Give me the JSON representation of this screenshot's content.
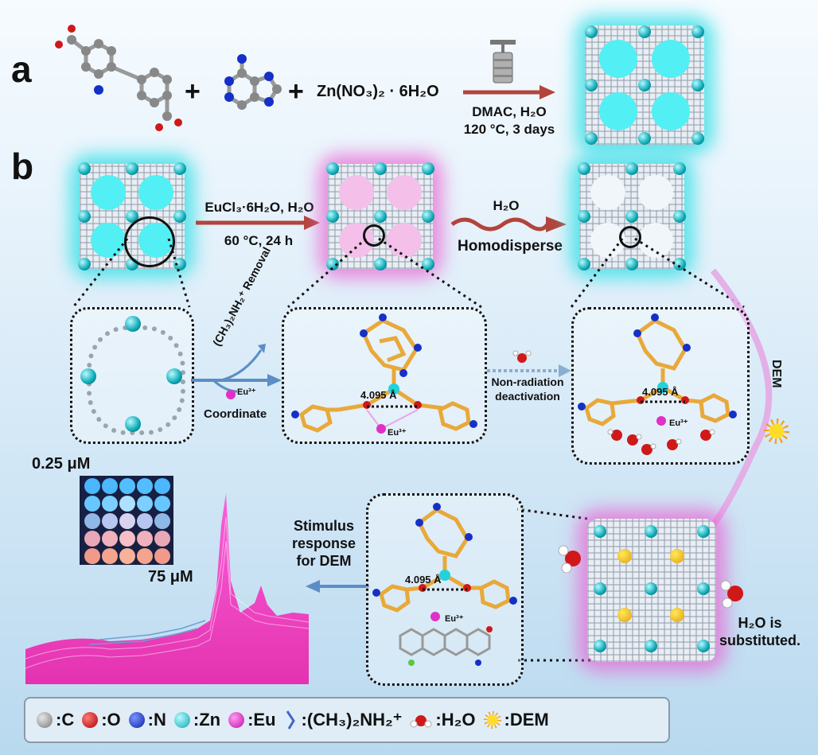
{
  "panel_a": {
    "letter": "a",
    "plus1": "+",
    "plus2": "+",
    "reagent": "Zn(NO₃)₂ · 6H₂O",
    "cond_line1": "DMAC, H₂O",
    "cond_line2": "120 °C, 3 days"
  },
  "panel_b": {
    "letter": "b",
    "step1_line1": "EuCl₃·6H₂O, H₂O",
    "step1_line2": "60 °C, 24 h",
    "step2_line1": "H₂O",
    "step2_line2": "Homodisperse",
    "removal": "(CH₃)₂NH₂⁺ Removal",
    "eu_coord_ion": "Eu³⁺",
    "eu_coord_label": "Coordinate",
    "distance": "4.095 Å",
    "eu_ion": "Eu³⁺",
    "nonrad_line1": "Non-radiation",
    "nonrad_line2": "deactivation",
    "dem_vertical": "DEM",
    "conc_top": "0.25 μM",
    "conc_bottom": "75 μM",
    "stimulus_line1": "Stimulus",
    "stimulus_line2": "response",
    "stimulus_line3": "for DEM",
    "substituted_line1": "H₂O is",
    "substituted_line2": "substituted."
  },
  "legend": {
    "c": ":C",
    "o": ":O",
    "n": ":N",
    "zn": ":Zn",
    "eu": ":Eu",
    "dma": ":(CH₃)₂NH₂⁺",
    "h2o": ":H₂O",
    "dem": ":DEM"
  },
  "colors": {
    "carbon": "#8a8a8a",
    "oxygen": "#d01818",
    "nitrogen": "#1430c8",
    "zinc": "#22d2dc",
    "europium": "#e030c8",
    "bond": "#e8a93a",
    "glow_cyan": "#40e0e8",
    "glow_pink": "#e860d2"
  }
}
